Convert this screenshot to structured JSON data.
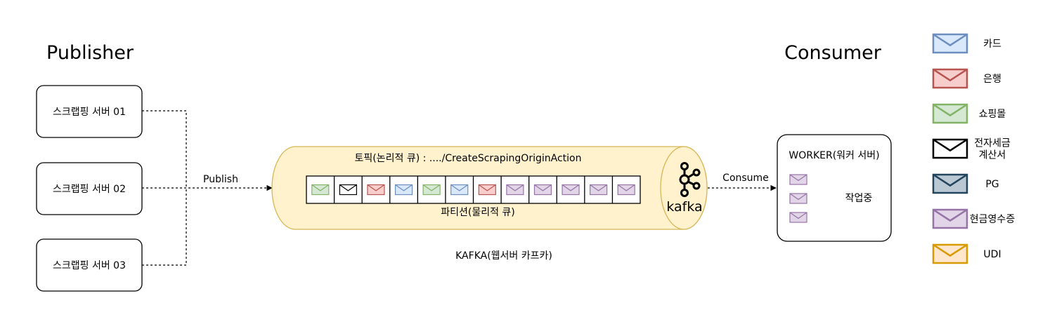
{
  "publisher": {
    "title": "Publisher",
    "servers": [
      "스크랩핑 서버 01",
      "스크랩핑 서버 02",
      "스크랩핑 서버 03"
    ],
    "edge_label": "Publish"
  },
  "kafka": {
    "topic_label": "토픽(논리적 큐) : ..../CreateScrapingOriginAction",
    "partition_label": "파티션(물리적 큐)",
    "caption": "KAFKA(웹서버 카프카)",
    "logo_text": "kafka",
    "messages": [
      "쇼핑몰",
      "전자세금계산서",
      "은행",
      "카드",
      "쇼핑몰",
      "카드",
      "은행",
      "현금영수증",
      "현금영수증",
      "현금영수증",
      "현금영수증",
      "현금영수증"
    ]
  },
  "consumer": {
    "title": "Consumer",
    "edge_label": "Consume",
    "worker_title": "WORKER(워커 서버)",
    "status": "작업중",
    "queued_count": 3,
    "queued_type": "현금영수증"
  },
  "legend": {
    "items": [
      {
        "label": "카드",
        "fill": "#dae8fc",
        "stroke": "#6c8ebf"
      },
      {
        "label": "은행",
        "fill": "#f8cecc",
        "stroke": "#b85450"
      },
      {
        "label": "쇼핑몰",
        "fill": "#d5e8d4",
        "stroke": "#82b366"
      },
      {
        "label": "전자세금\n계산서",
        "fill": "#ffffff",
        "stroke": "#000000"
      },
      {
        "label": "PG",
        "fill": "#bac8d3",
        "stroke": "#23445d"
      },
      {
        "label": "현금영수증",
        "fill": "#e1d5e7",
        "stroke": "#9673a6"
      },
      {
        "label": "UDI",
        "fill": "#ffe6cc",
        "stroke": "#d79b00"
      }
    ]
  },
  "colors": {
    "cylinder_fill": "#fff2cc",
    "cylinder_stroke": "#d6b656"
  }
}
